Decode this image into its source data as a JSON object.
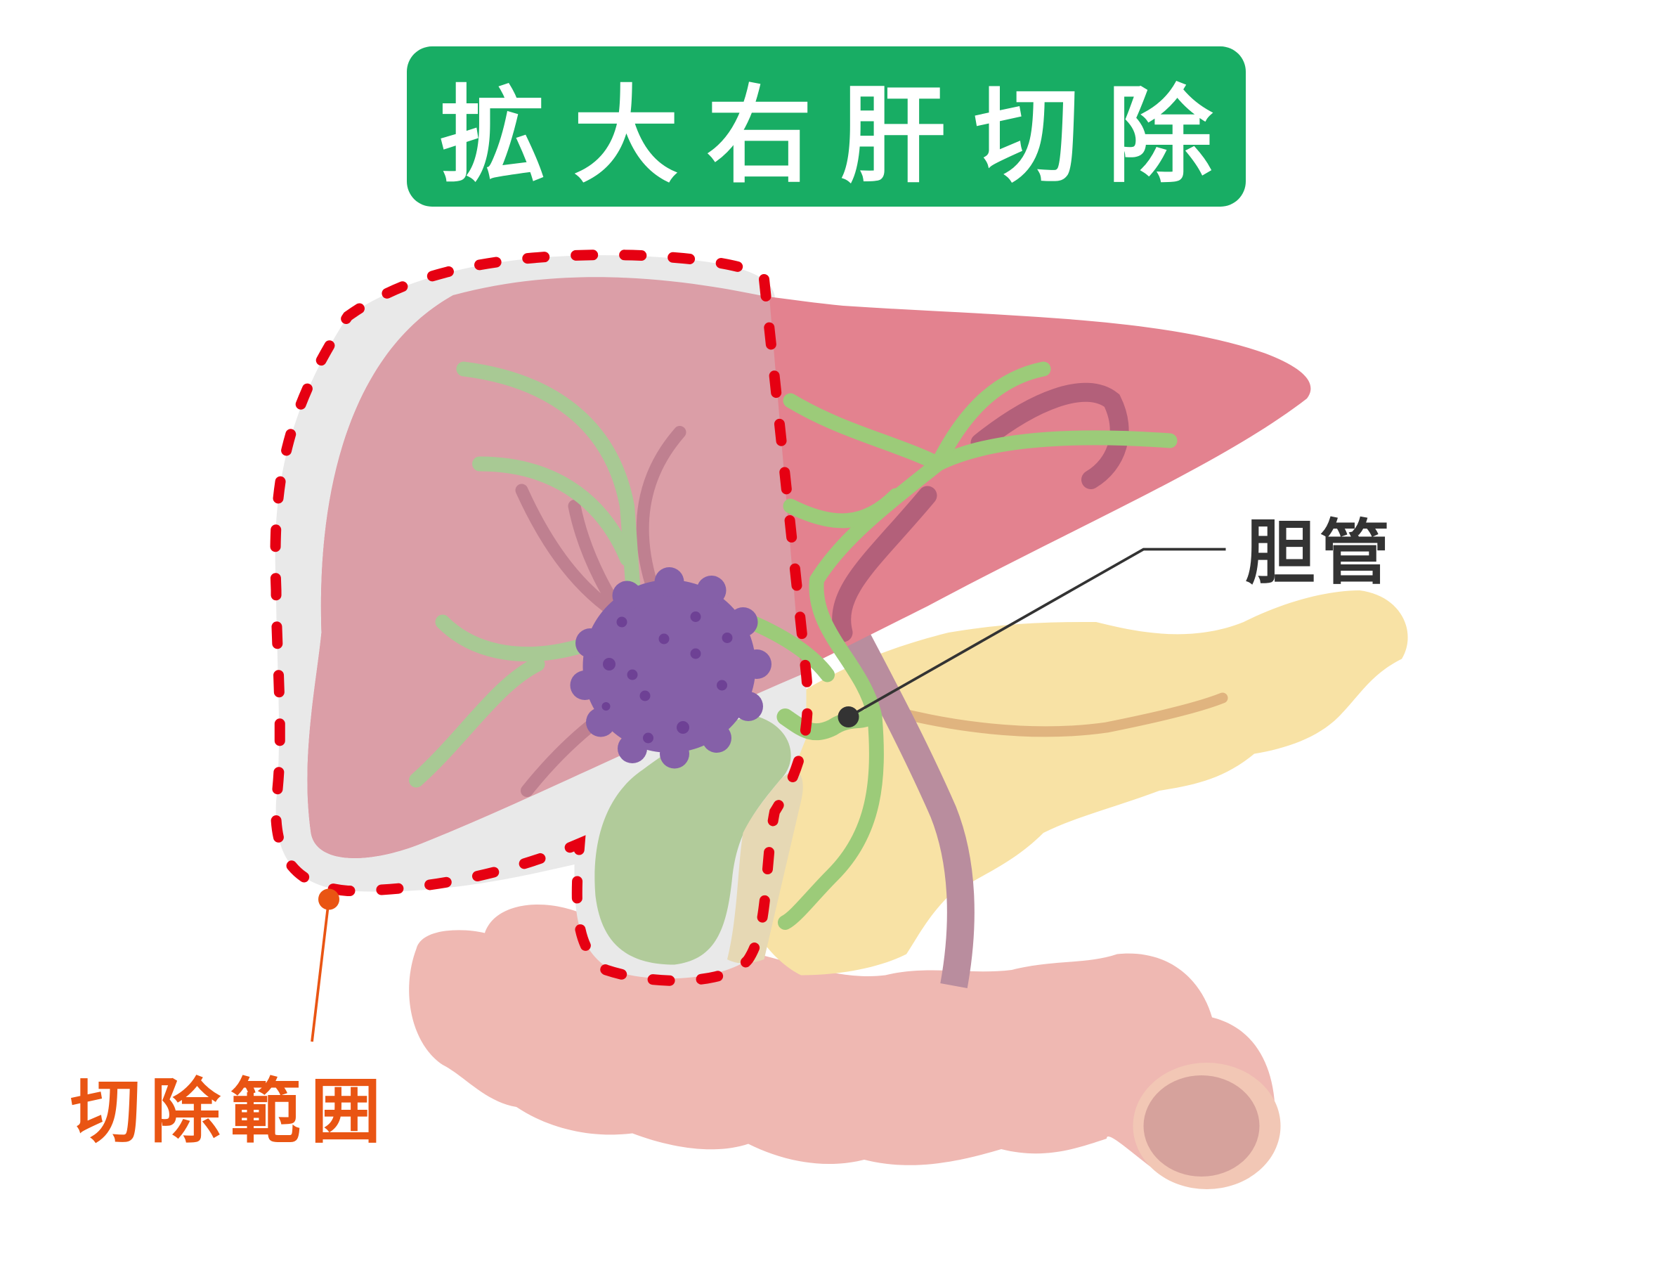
{
  "title": "拡大右肝切除",
  "labels": {
    "bile_duct": "胆管",
    "resection_range": "切除範囲"
  },
  "colors": {
    "title_bg": "#18ad64",
    "resection_line": "#e60012",
    "range_label": "#e95513",
    "liver": "#e3828f",
    "liver_resected": "#db9ea7",
    "tumor": "#8560a8",
    "bile_duct": "#9ccb79",
    "gallbladder": "#aec996",
    "pancreas": "#f8e2a5",
    "duodenum": "#efb8b2"
  }
}
